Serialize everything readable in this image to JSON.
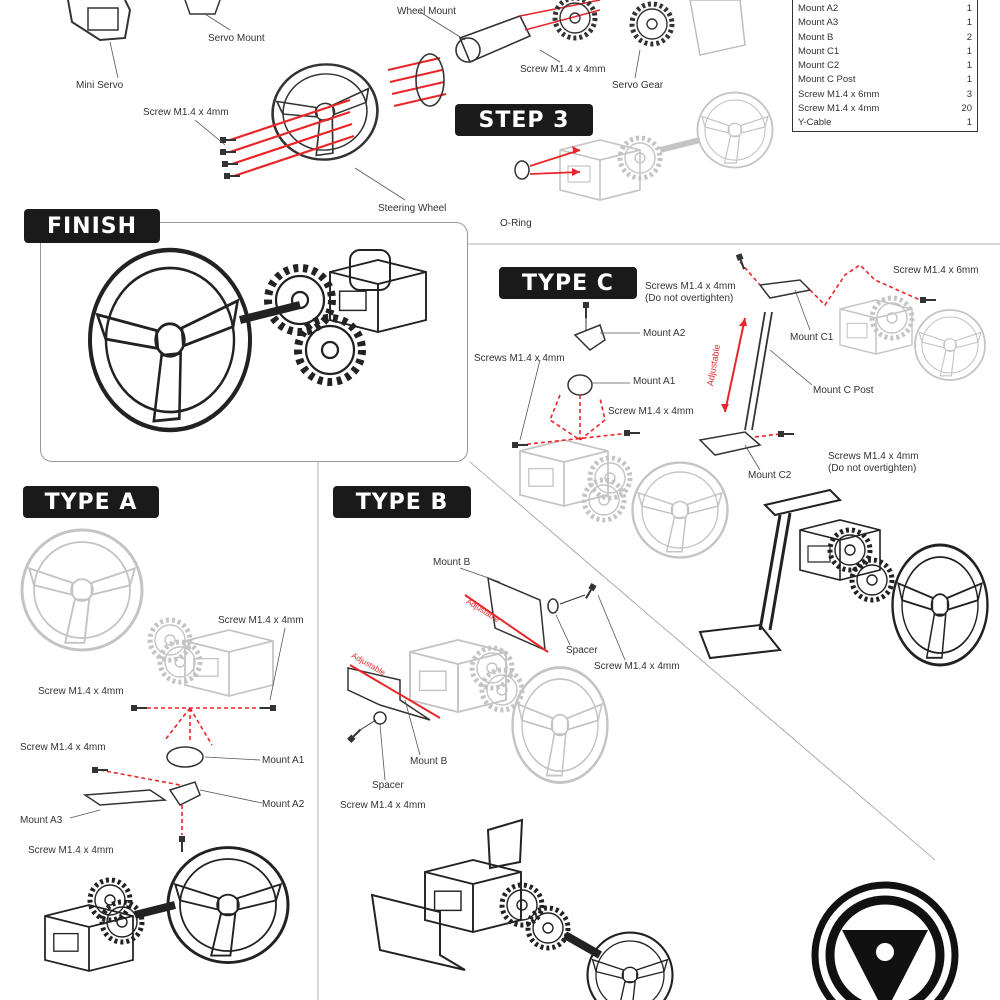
{
  "steps": {
    "step3": "STEP 3",
    "finish": "FINISH",
    "type_a": "TYPE A",
    "type_b": "TYPE B",
    "type_c": "TYPE C"
  },
  "parts_list": [
    {
      "name": "Mount A2",
      "qty": "1"
    },
    {
      "name": "Mount A3",
      "qty": "1"
    },
    {
      "name": "Mount B",
      "qty": "2"
    },
    {
      "name": "Mount C1",
      "qty": "1"
    },
    {
      "name": "Mount C2",
      "qty": "1"
    },
    {
      "name": "Mount C Post",
      "qty": "1"
    },
    {
      "name": "Screw M1.4 x 6mm",
      "qty": "3"
    },
    {
      "name": "Screw M1.4 x 4mm",
      "qty": "20"
    },
    {
      "name": "Y-Cable",
      "qty": "1"
    }
  ],
  "labels": {
    "mini_servo": "Mini Servo",
    "servo_mount": "Servo Mount",
    "wheel_mount": "Wheel Mount",
    "screw_top": "Screw M1.4 x 4mm",
    "servo_gear": "Servo Gear",
    "screw_wheel": "Screw M1.4 x 4mm",
    "steering_wheel": "Steering Wheel",
    "o_ring": "O-Ring",
    "c_screws_top_1": "Screws M1.4 x 4mm",
    "c_screws_top_2": "(Do not overtighten)",
    "c_screw_6mm": "Screw M1.4 x 6mm",
    "c_mount_a2": "Mount A2",
    "c_screws_left": "Screws M1.4 x 4mm",
    "c_mount_a1": "Mount A1",
    "c_screw_mid": "Screw M1.4 x 4mm",
    "c_mount_c1": "Mount C1",
    "c_adjustable": "Adjustable",
    "c_mount_c_post": "Mount C Post",
    "c_screws_bot_1": "Screws M1.4 x 4mm",
    "c_screws_bot_2": "(Do not overtighten)",
    "c_mount_c2": "Mount C2",
    "a_screw_right": "Screw M1.4 x 4mm",
    "a_screw_left": "Screw M1.4 x 4mm",
    "a_screw_mid": "Screw M1.4 x 4mm",
    "a_mount_a1": "Mount A1",
    "a_mount_a2": "Mount A2",
    "a_mount_a3": "Mount A3",
    "a_screw_bottom": "Screw M1.4 x 4mm",
    "b_mount_b_top": "Mount B",
    "b_adj_1": "Adjustable",
    "b_adj_2": "Adjustable",
    "b_spacer_right": "Spacer",
    "b_screw_right": "Screw M1.4 x 4mm",
    "b_mount_b_bottom": "Mount B",
    "b_spacer_left": "Spacer",
    "b_screw_left": "Screw M1.4 x 4mm"
  },
  "colors": {
    "accent": "#e8262a",
    "ink": "#333333",
    "badge_bg": "#1a1a1a",
    "faded": "#c4c4c4"
  }
}
